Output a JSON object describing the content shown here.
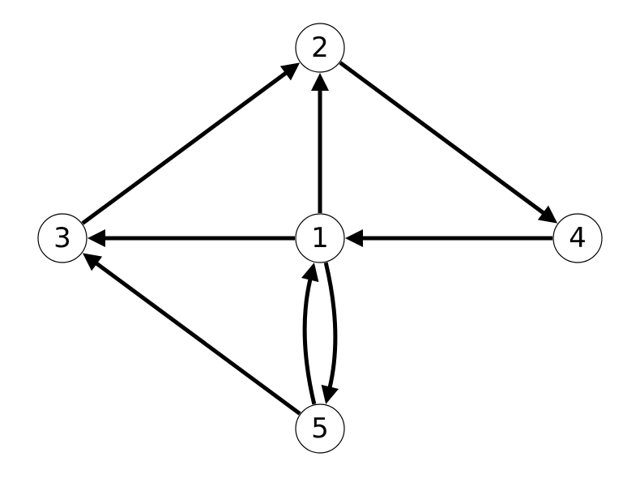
{
  "graph": {
    "nodes": [
      {
        "id": "1",
        "label": "1"
      },
      {
        "id": "2",
        "label": "2"
      },
      {
        "id": "3",
        "label": "3"
      },
      {
        "id": "4",
        "label": "4"
      },
      {
        "id": "5",
        "label": "5"
      }
    ],
    "edges": [
      {
        "from": "1",
        "to": "2"
      },
      {
        "from": "1",
        "to": "3"
      },
      {
        "from": "1",
        "to": "5"
      },
      {
        "from": "2",
        "to": "4"
      },
      {
        "from": "3",
        "to": "2"
      },
      {
        "from": "4",
        "to": "1"
      },
      {
        "from": "5",
        "to": "1"
      },
      {
        "from": "5",
        "to": "3"
      }
    ],
    "colors": {
      "stroke": "#000000",
      "fill": "#ffffff"
    }
  }
}
